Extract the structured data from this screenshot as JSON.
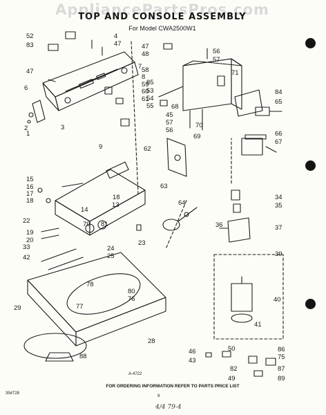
{
  "watermark": "AppliancePartsPros.com",
  "title": "TOP AND CONSOLE ASSEMBLY",
  "subtitle": "For Model CWA2500W1",
  "footer": "FOR ORDERING INFORMATION REFER TO PARTS PRICE LIST",
  "doc_number": "354728",
  "page_number": "9",
  "drawing_ref": "A-4722",
  "handwritten": "4/4 79-4",
  "labels": [
    "52",
    "83",
    "4",
    "47",
    "47",
    "6",
    "7",
    "2",
    "1",
    "3",
    "85",
    "53",
    "54",
    "55",
    "47",
    "48",
    "56",
    "57",
    "58",
    "8",
    "59",
    "60",
    "61",
    "68",
    "45",
    "57",
    "56",
    "70",
    "69",
    "71",
    "84",
    "65",
    "66",
    "67",
    "62",
    "63",
    "64",
    "34",
    "35",
    "36",
    "37",
    "39",
    "40",
    "41",
    "9",
    "15",
    "16",
    "17",
    "18",
    "14",
    "18",
    "13",
    "22",
    "19",
    "20",
    "33",
    "42",
    "79",
    "81",
    "24",
    "25",
    "23",
    "78",
    "80",
    "76",
    "77",
    "29",
    "28",
    "88",
    "46",
    "43",
    "50",
    "49",
    "82",
    "86",
    "75",
    "87",
    "89"
  ]
}
